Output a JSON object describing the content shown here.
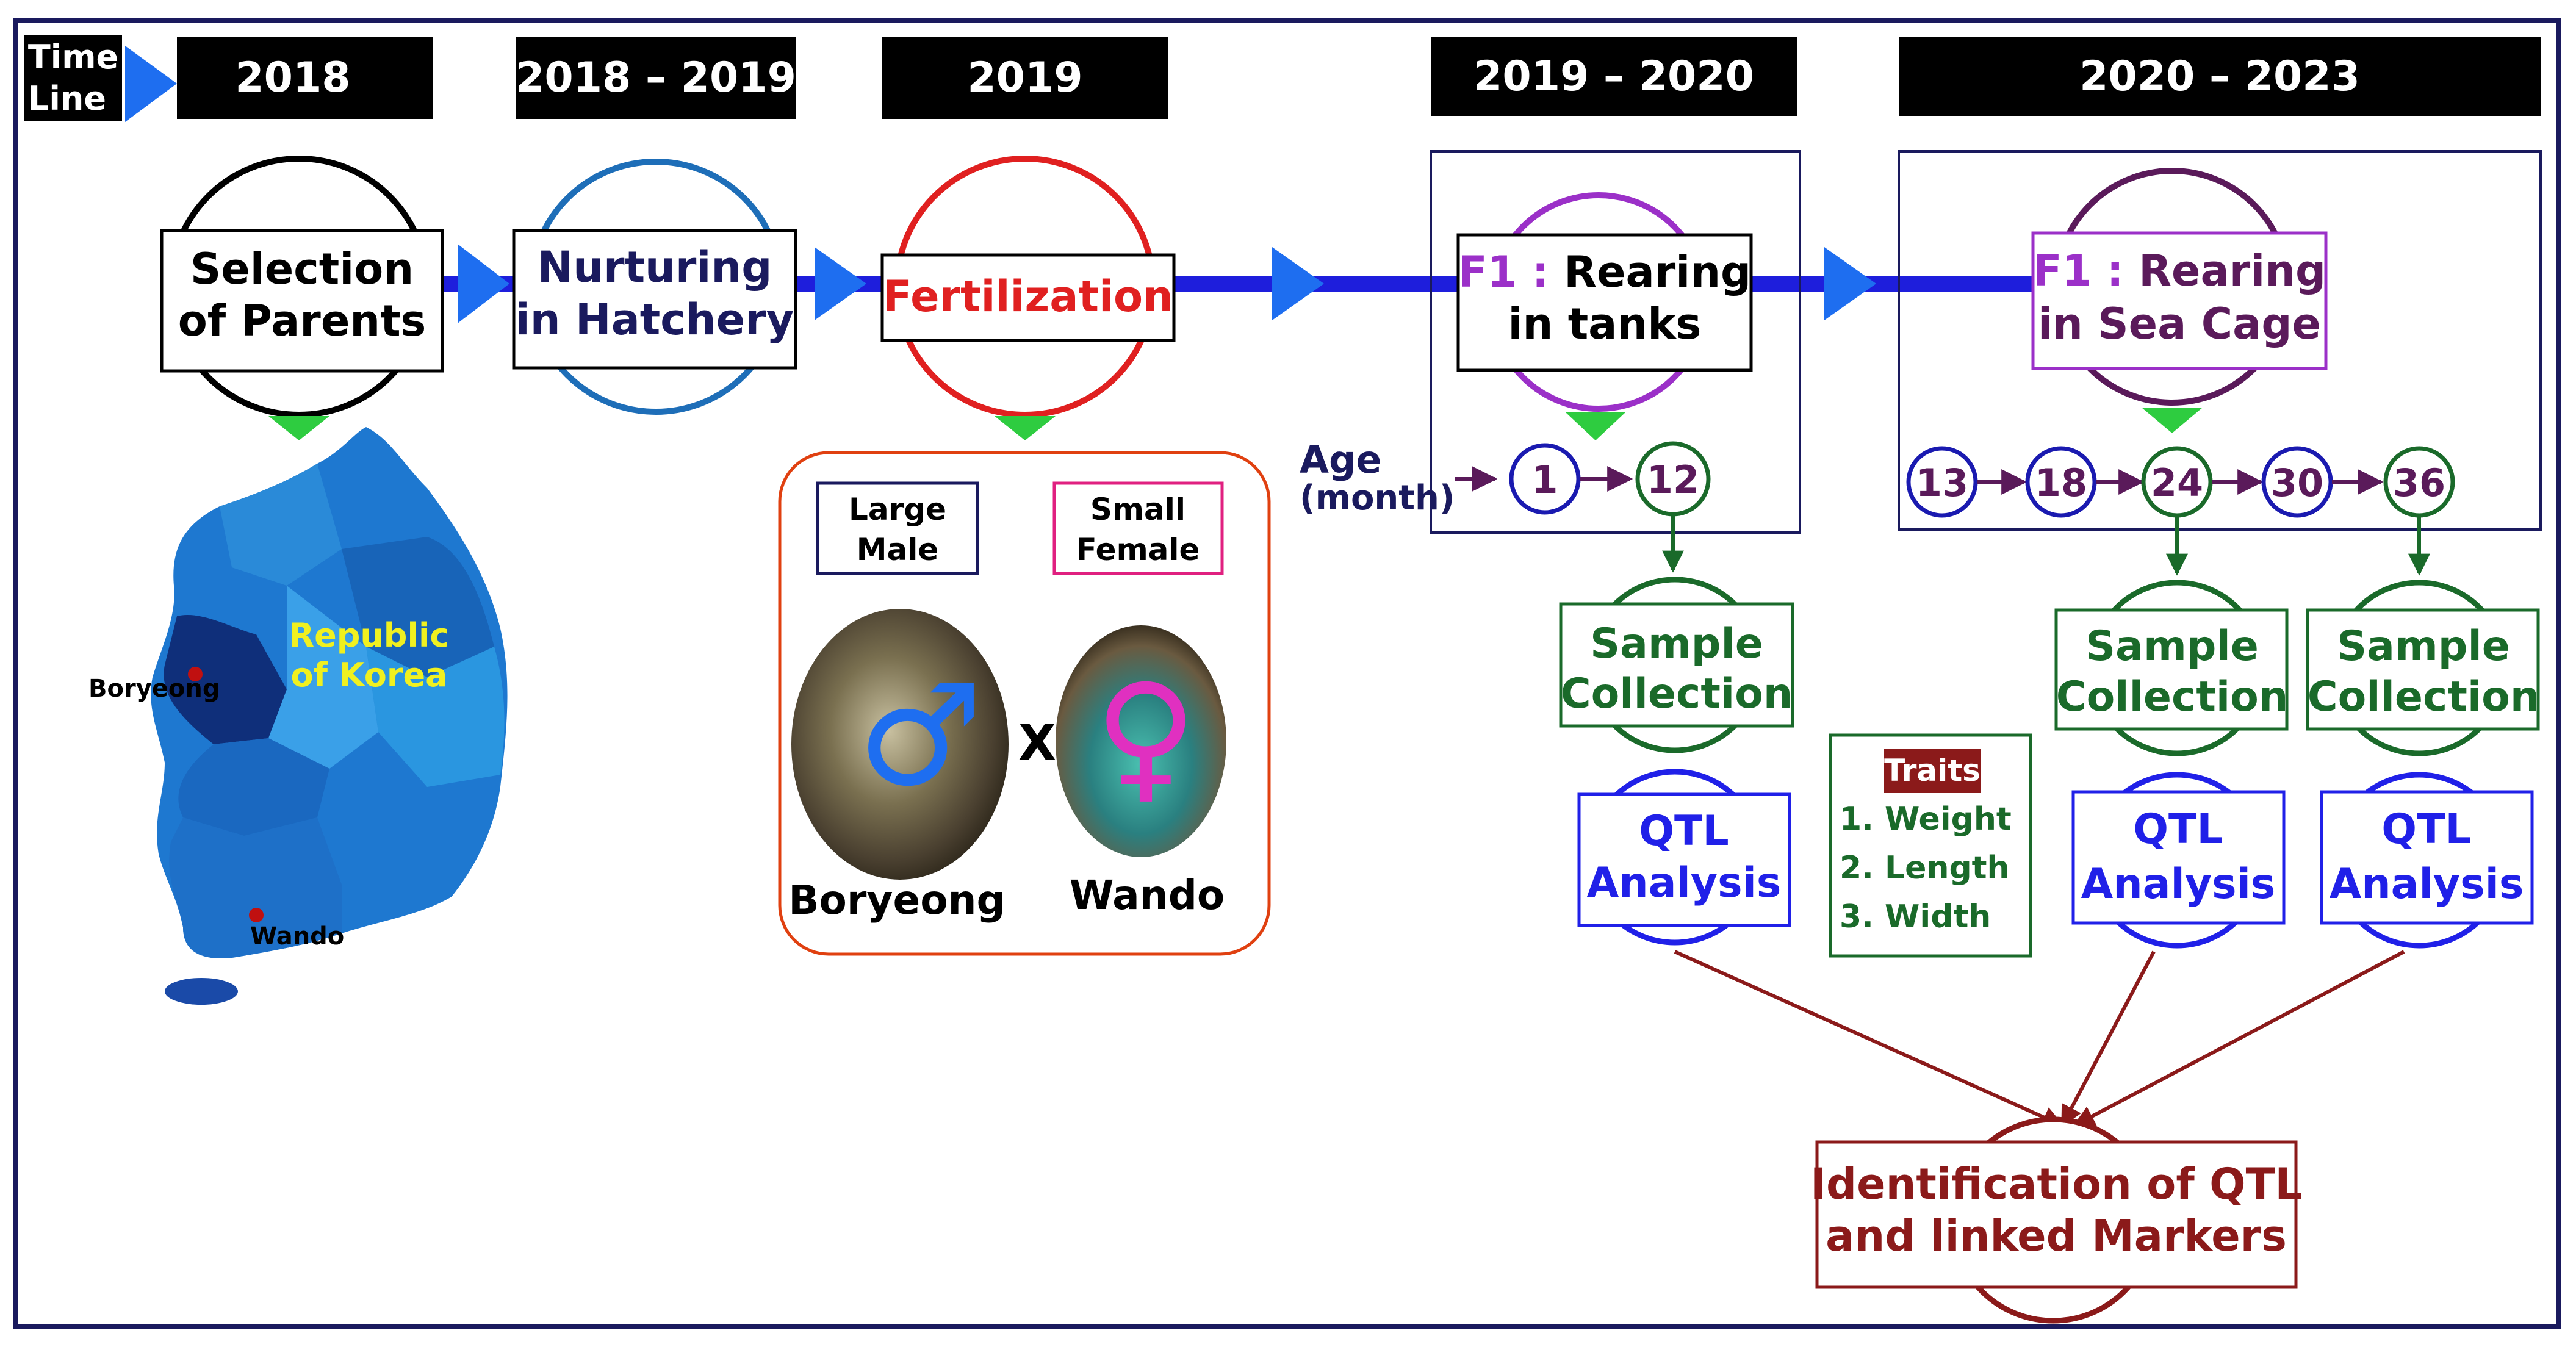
{
  "timeline": {
    "label_line1": "Time",
    "label_line2": "Line",
    "periods": [
      "2018",
      "2018 – 2019",
      "2019",
      "2019 – 2020",
      "2020 – 2023"
    ]
  },
  "stages": {
    "selection": {
      "line1": "Selection",
      "line2": "of Parents"
    },
    "nurturing": {
      "line1": "Nurturing",
      "line2": "in Hatchery"
    },
    "fertilization": {
      "line1": "Fertilization"
    },
    "tanks": {
      "prefix": "F1 :",
      "line1_rest": " Rearing",
      "line2": "in tanks"
    },
    "seacage": {
      "prefix": "F1 :",
      "line1_rest": " Rearing",
      "line2": "in Sea Cage"
    }
  },
  "map": {
    "country_line1": "Republic",
    "country_line2": "of Korea",
    "site1": "Boryeong",
    "site2": "Wando"
  },
  "cross": {
    "male_line1": "Large",
    "male_line2": "Male",
    "female_line1": "Small",
    "female_line2": "Female",
    "male_symbol": "♂",
    "female_symbol": "♀",
    "times": "X",
    "origin_male": "Boryeong",
    "origin_female": "Wando"
  },
  "age": {
    "label_line1": "Age",
    "label_line2": "(month)",
    "tank_months": [
      "1",
      "12"
    ],
    "cage_months": [
      "13",
      "18",
      "24",
      "30",
      "36"
    ]
  },
  "analysis": {
    "sample_line1": "Sample",
    "sample_line2": "Collection",
    "qtl_line1": "QTL",
    "qtl_line2": "Analysis"
  },
  "traits": {
    "title": "Traits",
    "items": [
      "1.  Weight",
      "2.  Length",
      "3.  Width"
    ]
  },
  "result": {
    "line1": "Identification of QTL",
    "line2": "and linked Markers"
  },
  "colors": {
    "navy": "#1a1a5e",
    "timeline_blue": "#1e1edc",
    "arrow_blue": "#1e6ef0",
    "red": "#e02020",
    "purple": "#9b30c8",
    "dark_purple": "#5a1a5a",
    "green": "#1a6a2a",
    "qtl_blue": "#2020e8",
    "maroon": "#8b1a1a",
    "bright_green": "#2ecc40"
  }
}
